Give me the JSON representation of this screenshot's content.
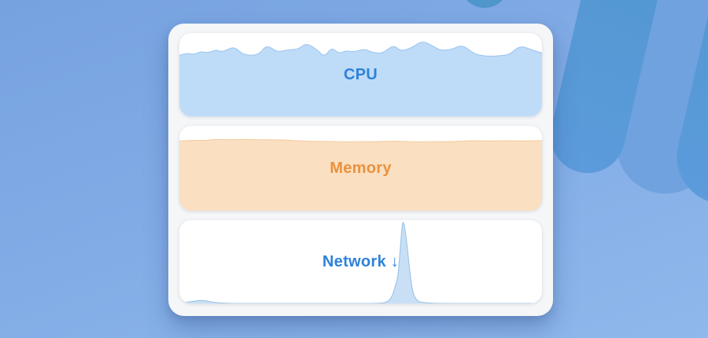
{
  "background": {
    "stripe_dark": "#4E96CB",
    "stripe_light": "#6FA2DE",
    "base_top": "#76A2E0",
    "base_bottom": "#8FB8EC"
  },
  "card": {
    "bg": "#F5F6F8",
    "panel_bg": "#FFFFFF"
  },
  "panels": [
    {
      "id": "cpu",
      "label": "CPU",
      "label_color": "#2E82D8"
    },
    {
      "id": "memory",
      "label": "Memory",
      "label_color": "#E8923E"
    },
    {
      "id": "network",
      "label": "Network ↓",
      "label_color": "#2E82D8"
    }
  ],
  "chart_data": [
    {
      "type": "area",
      "name": "CPU utilization %",
      "ylim": [
        0,
        100
      ],
      "fill": "#BEDCF8",
      "line": "#9EC6EE",
      "points": [
        [
          0,
          73
        ],
        [
          2,
          76
        ],
        [
          4,
          74
        ],
        [
          6,
          78
        ],
        [
          8,
          76
        ],
        [
          10,
          80
        ],
        [
          12,
          77
        ],
        [
          15,
          84
        ],
        [
          17,
          76
        ],
        [
          19,
          73
        ],
        [
          22,
          74
        ],
        [
          24,
          86
        ],
        [
          27,
          77
        ],
        [
          29,
          79
        ],
        [
          31,
          80
        ],
        [
          33,
          81
        ],
        [
          35,
          88
        ],
        [
          38,
          80
        ],
        [
          40,
          71
        ],
        [
          42,
          83
        ],
        [
          44,
          75
        ],
        [
          46,
          79
        ],
        [
          48,
          77
        ],
        [
          51,
          81
        ],
        [
          53,
          77
        ],
        [
          56,
          75
        ],
        [
          59,
          86
        ],
        [
          61,
          78
        ],
        [
          64,
          82
        ],
        [
          67,
          91
        ],
        [
          70,
          84
        ],
        [
          72,
          79
        ],
        [
          75,
          80
        ],
        [
          78,
          86
        ],
        [
          81,
          76
        ],
        [
          83,
          73
        ],
        [
          86,
          72
        ],
        [
          89,
          73
        ],
        [
          91,
          74
        ],
        [
          94,
          85
        ],
        [
          97,
          80
        ],
        [
          100,
          76
        ]
      ]
    },
    {
      "type": "area",
      "name": "Memory usage %",
      "ylim": [
        0,
        100
      ],
      "fill": "#FBDFC1",
      "line": "#F3CDA2",
      "points": [
        [
          0,
          82
        ],
        [
          4,
          83
        ],
        [
          7,
          82.5
        ],
        [
          10,
          84
        ],
        [
          14,
          83.5
        ],
        [
          18,
          84
        ],
        [
          22,
          83.5
        ],
        [
          26,
          83.5
        ],
        [
          30,
          83
        ],
        [
          34,
          82
        ],
        [
          38,
          81.5
        ],
        [
          42,
          81.5
        ],
        [
          46,
          81
        ],
        [
          50,
          81.5
        ],
        [
          54,
          81
        ],
        [
          58,
          82
        ],
        [
          62,
          81.5
        ],
        [
          66,
          81
        ],
        [
          70,
          81.5
        ],
        [
          74,
          81
        ],
        [
          78,
          82
        ],
        [
          82,
          82.5
        ],
        [
          86,
          82
        ],
        [
          90,
          82.5
        ],
        [
          94,
          82
        ],
        [
          100,
          82.5
        ]
      ]
    },
    {
      "type": "area",
      "name": "Network download",
      "ylim": [
        0,
        100
      ],
      "fill": "#C8DFF6",
      "line": "#9CC3E8",
      "points": [
        [
          0,
          1
        ],
        [
          2,
          1.5
        ],
        [
          4,
          2.5
        ],
        [
          6,
          4
        ],
        [
          8,
          2.5
        ],
        [
          10,
          1
        ],
        [
          13,
          0
        ],
        [
          20,
          0
        ],
        [
          30,
          0
        ],
        [
          40,
          0
        ],
        [
          50,
          0
        ],
        [
          55,
          0
        ],
        [
          57,
          1
        ],
        [
          58.5,
          6
        ],
        [
          59.5,
          20
        ],
        [
          60.3,
          32
        ],
        [
          61,
          70
        ],
        [
          61.5,
          98
        ],
        [
          62,
          96
        ],
        [
          62.8,
          70
        ],
        [
          63.6,
          35
        ],
        [
          64.4,
          12
        ],
        [
          65.5,
          3
        ],
        [
          67,
          1
        ],
        [
          70,
          0
        ],
        [
          80,
          0
        ],
        [
          90,
          0
        ],
        [
          100,
          0
        ]
      ]
    }
  ]
}
